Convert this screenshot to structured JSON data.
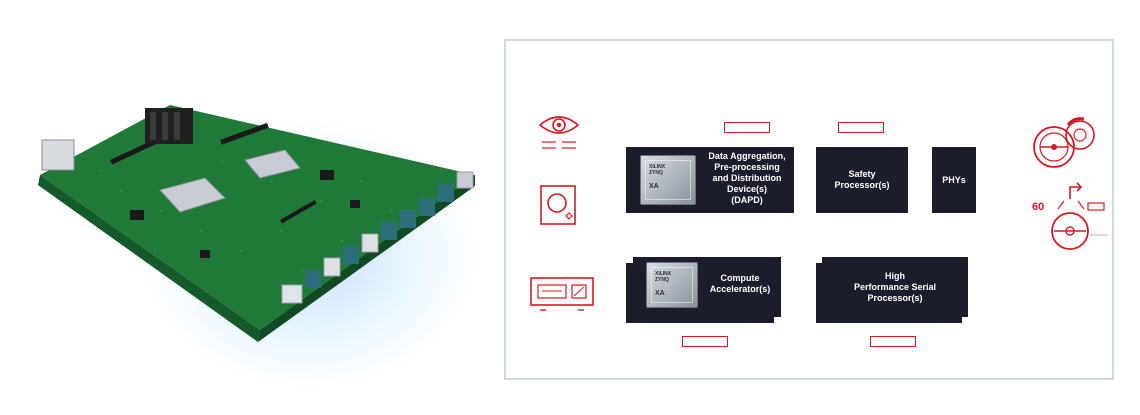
{
  "diagram": {
    "blocks": {
      "dapd": "Data Aggregation,\nPre-processing\nand Distribution\nDevice(s)\n(DAPD)",
      "safety": "Safety\nProcessor(s)",
      "phys": "PHYs",
      "compute": "Compute\nAccelerator(s)",
      "serial": "High\nPerformance Serial\nProcessor(s)"
    },
    "chip": {
      "brand_line1": "XILINX",
      "brand_line2": "ZYNQ",
      "model": "XA"
    },
    "speed_label": "60"
  },
  "colors": {
    "accent": "#d71920",
    "block": "#1b1d2b",
    "frame": "#cfd8df",
    "pcb": "#1f7a3a"
  },
  "icons": [
    "eye-camera-icon",
    "radar-sensor-icon",
    "control-panel-icon",
    "steering-brake-icon",
    "steering-turn-icon"
  ]
}
